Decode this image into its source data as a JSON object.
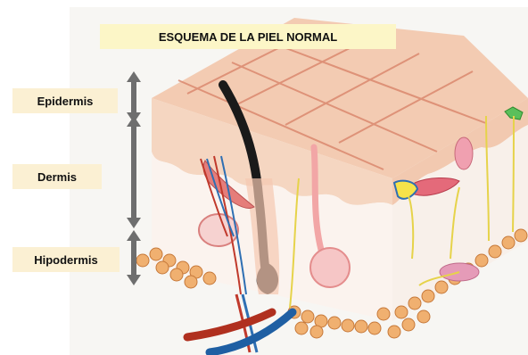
{
  "title": "ESQUEMA DE LA PIEL NORMAL",
  "layers": {
    "epidermis": "Epidermis",
    "dermis": "Dermis",
    "hypodermis": "Hipodermis"
  },
  "colors": {
    "label_bg": "#fbf0d3",
    "title_bg": "#fcf6c7",
    "arrow": "#6e6e6e",
    "skin_surface": "#f2c3a6",
    "fat": "#f0b070",
    "hair": "#1a1a1a",
    "artery": "#c0392b",
    "vein": "#2e6fb3",
    "nerve": "#e6d34a"
  }
}
